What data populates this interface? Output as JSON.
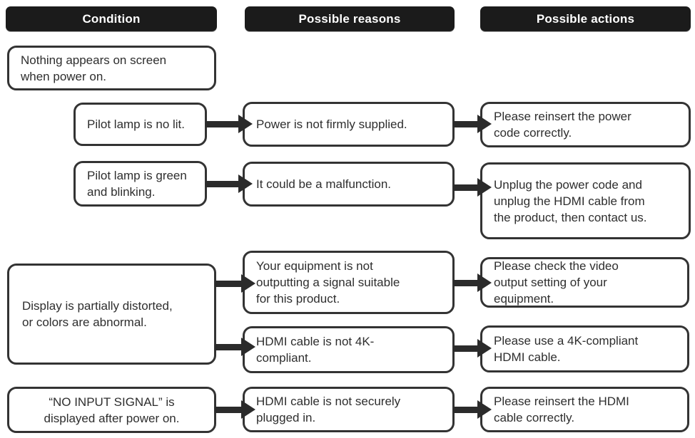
{
  "colors": {
    "header_bg": "#1b1b1b",
    "header_text": "#ffffff",
    "box_border": "#333333",
    "box_bg": "#ffffff",
    "text": "#2e2e2e",
    "arrow": "#2b2b2b"
  },
  "headers": {
    "condition": "Condition",
    "possible_reasons": "Possible reasons",
    "possible_actions": "Possible actions"
  },
  "boxes": {
    "cond_nothing": "Nothing appears on screen\nwhen power on.",
    "cond_pilot_no_lit": "Pilot lamp is no lit.",
    "cond_pilot_green": "Pilot lamp is green\nand blinking.",
    "cond_display_distorted": "Display is partially distorted,\nor colors are abnormal.",
    "cond_no_input_signal": "“NO INPUT SIGNAL” is\ndisplayed after power on.",
    "reason_power": "Power is not firmly supplied.",
    "reason_malfunction": "It could be a malfunction.",
    "reason_signal": "Your equipment is not\noutputting a signal suitable\nfor this product.",
    "reason_4k": "HDMI cable is not 4K-\ncompliant.",
    "reason_unplugged": "HDMI cable is not securely\nplugged in.",
    "action_power": "Please reinsert the power\ncode correctly.",
    "action_contact": "Unplug the power code and\nunplug the HDMI cable from\nthe product, then contact us.",
    "action_output": "Please check the video\noutput setting of your\nequipment.",
    "action_4k": "Please use a 4K-compliant\nHDMI cable.",
    "action_hdmi": "Please reinsert the HDMI\ncable correctly."
  }
}
